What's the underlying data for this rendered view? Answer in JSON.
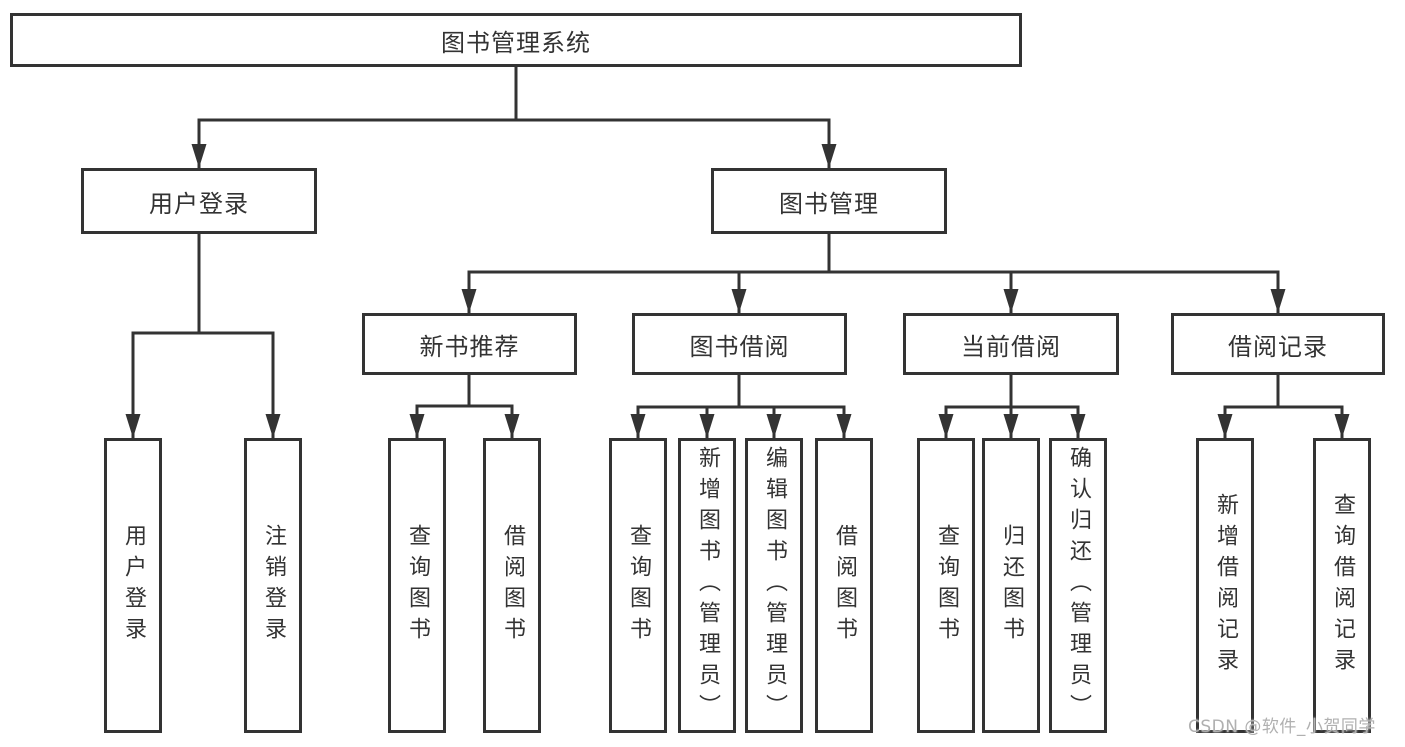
{
  "tree": {
    "label": "图书管理系统",
    "children": [
      {
        "label": "用户登录",
        "children": [
          {
            "label": "用户登录"
          },
          {
            "label": "注销登录"
          }
        ]
      },
      {
        "label": "图书管理",
        "children": [
          {
            "label": "新书推荐",
            "children": [
              {
                "label": "查询图书"
              },
              {
                "label": "借阅图书"
              }
            ]
          },
          {
            "label": "图书借阅",
            "children": [
              {
                "label": "查询图书"
              },
              {
                "label": "新增图书（管理员）"
              },
              {
                "label": "编辑图书（管理员）"
              },
              {
                "label": "借阅图书"
              }
            ]
          },
          {
            "label": "当前借阅",
            "children": [
              {
                "label": "查询图书"
              },
              {
                "label": "归还图书"
              },
              {
                "label": "确认归还（管理员）"
              }
            ]
          },
          {
            "label": "借阅记录",
            "children": [
              {
                "label": "新增借阅记录"
              },
              {
                "label": "查询借阅记录"
              }
            ]
          }
        ]
      }
    ]
  },
  "watermark": "CSDN @软件_小贺同学",
  "colors": {
    "line": "#333333",
    "box_background": "#ffffff",
    "text": "#333333",
    "watermark": "#b0b0b0"
  }
}
